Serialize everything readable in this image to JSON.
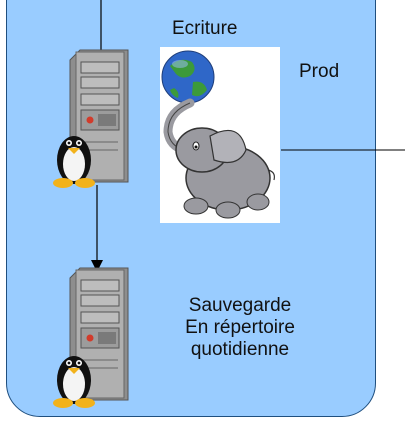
{
  "labels": {
    "write": "Ecriture",
    "prod": "Prod",
    "backup_line1": "Sauvegarde",
    "backup_line2": "En répertoire",
    "backup_line3": "quotidienne"
  },
  "colors": {
    "panel_fill": "#99ccff",
    "panel_border": "#1f4f7f",
    "server_body": "#a8a8a8",
    "server_dark": "#5e5e5e",
    "power_led": "#d23b2b",
    "penguin_body": "#111111",
    "penguin_belly": "#f4f4f4",
    "penguin_beak": "#f2b21b",
    "elephant": "#9a9aa0",
    "globe_ocean": "#2f67c8",
    "globe_land": "#3c9a3a"
  },
  "icons": [
    "server-icon",
    "linux-penguin-icon",
    "postgresql-elephant-icon",
    "globe-icon",
    "arrow-down-icon"
  ]
}
